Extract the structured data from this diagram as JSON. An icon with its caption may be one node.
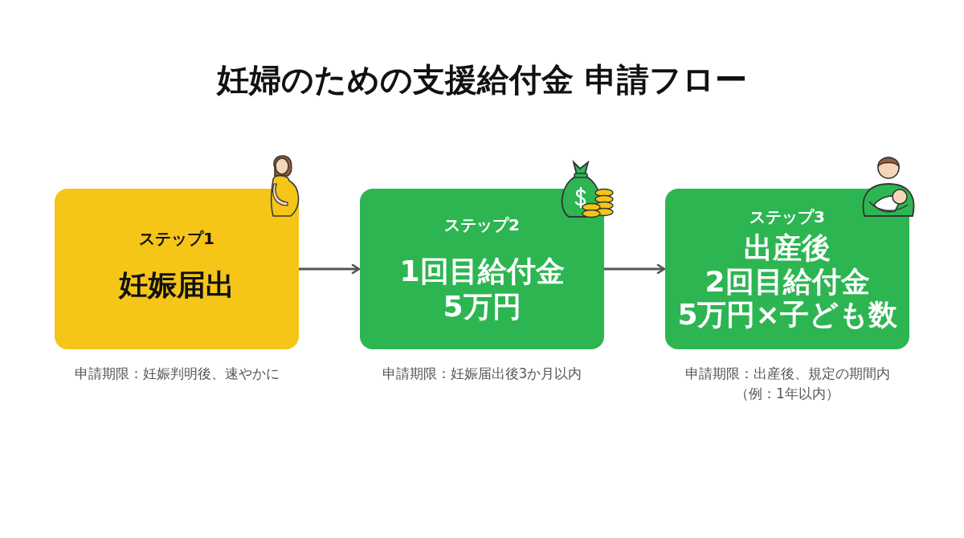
{
  "diagram": {
    "title": "妊婦のための支援給付金 申請フロー",
    "nodes": [
      {
        "text": [
          "ステップ1",
          "妊娠届出"
        ],
        "beside": [
          "申請期限：妊娠判明後、速やかに"
        ]
      },
      {
        "text": [
          "ステップ2",
          "1回目給付金",
          "5万円"
        ],
        "beside": [
          "申請期限：妊娠届出後3か月以内"
        ]
      },
      {
        "text": [
          "ステップ3",
          "出産後",
          "2回目給付金",
          "5万円×子ども数"
        ],
        "beside": [
          "申請期限：出産後、規定の期間内（例：1年以内）"
        ]
      }
    ],
    "edges": [
      {
        "from": 0,
        "to": 1,
        "arrow": "to"
      },
      {
        "from": 1,
        "to": 2,
        "arrow": "to"
      }
    ]
  }
}
